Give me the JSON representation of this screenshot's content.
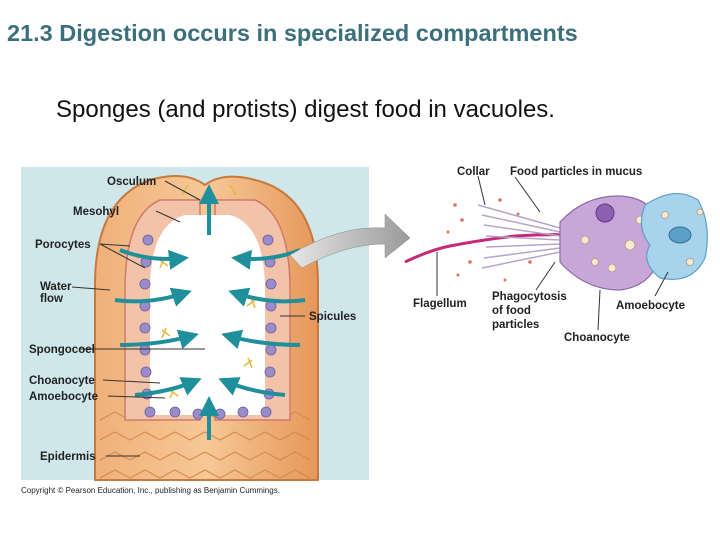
{
  "title": "21.3 Digestion occurs in specialized compartments",
  "subtitle": "Sponges (and protists) digest food in vacuoles.",
  "labels": {
    "osculum": "Osculum",
    "mesohyl": "Mesohyl",
    "porocytes": "Porocytes",
    "water_1": "Water",
    "water_2": "flow",
    "spicules": "Spicules",
    "spongocoel": "Spongocoel",
    "choanocyte_left": "Choanocyte",
    "amoebocyte_left": "Amoebocyte",
    "epidermis": "Epidermis",
    "collar": "Collar",
    "food_particles": "Food particles in mucus",
    "flagellum": "Flagellum",
    "phago_1": "Phagocytosis",
    "phago_2": "of food",
    "phago_3": "particles",
    "amoebocyte_right": "Amoebocyte",
    "choanocyte_right": "Choanocyte"
  },
  "copyright": "Copyright © Pearson Education, Inc., publishing as Benjamin Cummings.",
  "colors": {
    "title": "#3c6f7e",
    "water_arrow": "#1f8f9c",
    "sponge_body": "#e9a060",
    "panel_bg": "#cfe6ea",
    "flagellum": "#c8287a",
    "choanocyte_cell": "#c9a6d8",
    "amoebocyte_cell": "#a7d3ec"
  }
}
